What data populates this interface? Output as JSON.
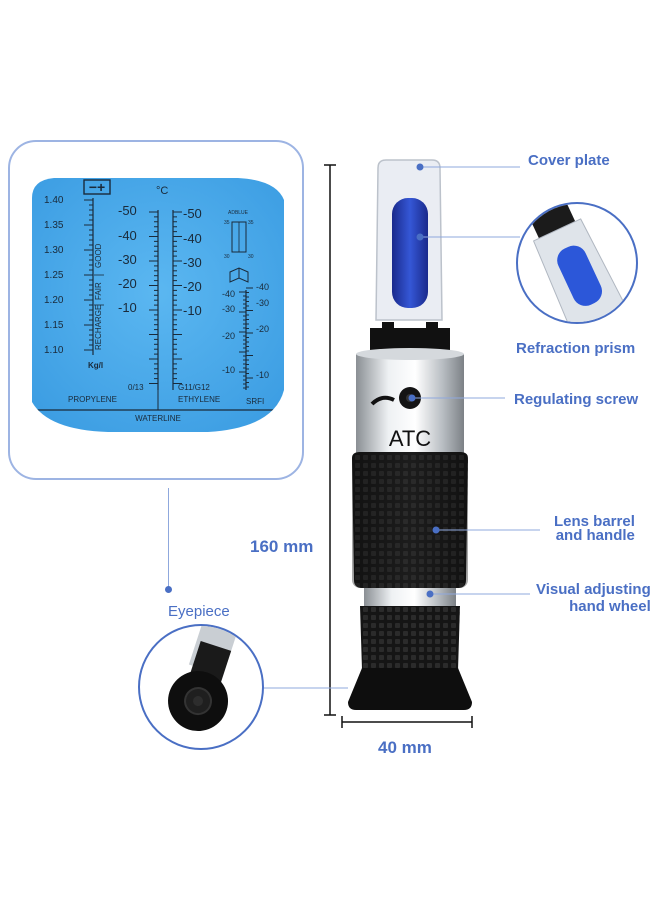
{
  "colors": {
    "accent": "#4a6fc4",
    "scale_blue": "#46a8ea",
    "body_black": "#151515"
  },
  "labels": {
    "cover_plate": "Cover plate",
    "refraction_prism": "Refraction prism",
    "regulating_screw": "Regulating screw",
    "lens_barrel_1": "Lens barrel",
    "lens_barrel_2": "and handle",
    "visual_adjust_1": "Visual adjusting",
    "visual_adjust_2": "hand wheel",
    "eyepiece": "Eyepiece"
  },
  "dimensions": {
    "height": "160 mm",
    "width": "40 mm"
  },
  "device": {
    "brand_text": "ATC"
  },
  "scale": {
    "unit_celsius": "°C",
    "battery_symbol": "−+",
    "kgl_values": [
      "1.40",
      "1.35",
      "1.30",
      "1.25",
      "1.20",
      "1.15",
      "1.10"
    ],
    "kgl_unit": "Kg/l",
    "condition_labels": [
      "GOOD",
      "FAIR",
      "RECHARGE"
    ],
    "propylene_values": [
      "-50",
      "-40",
      "-30",
      "-20",
      "-10"
    ],
    "propylene_zero": "0/13",
    "propylene_label": "PROPYLENE",
    "ethylene_values": [
      "-50",
      "-40",
      "-30",
      "-20",
      "-10"
    ],
    "ethylene_zero": "G11/G12",
    "ethylene_label": "ETHYLENE",
    "adblue_label": "ADBLUE",
    "adblue_values": [
      "35",
      "35",
      "30",
      "30"
    ],
    "srfi_left": [
      "-40",
      "-30",
      "-20",
      "-10"
    ],
    "srfi_right": [
      "-40",
      "-30",
      "-20",
      "-10"
    ],
    "srfi_label": "SRFI",
    "waterline": "WATERLINE"
  }
}
